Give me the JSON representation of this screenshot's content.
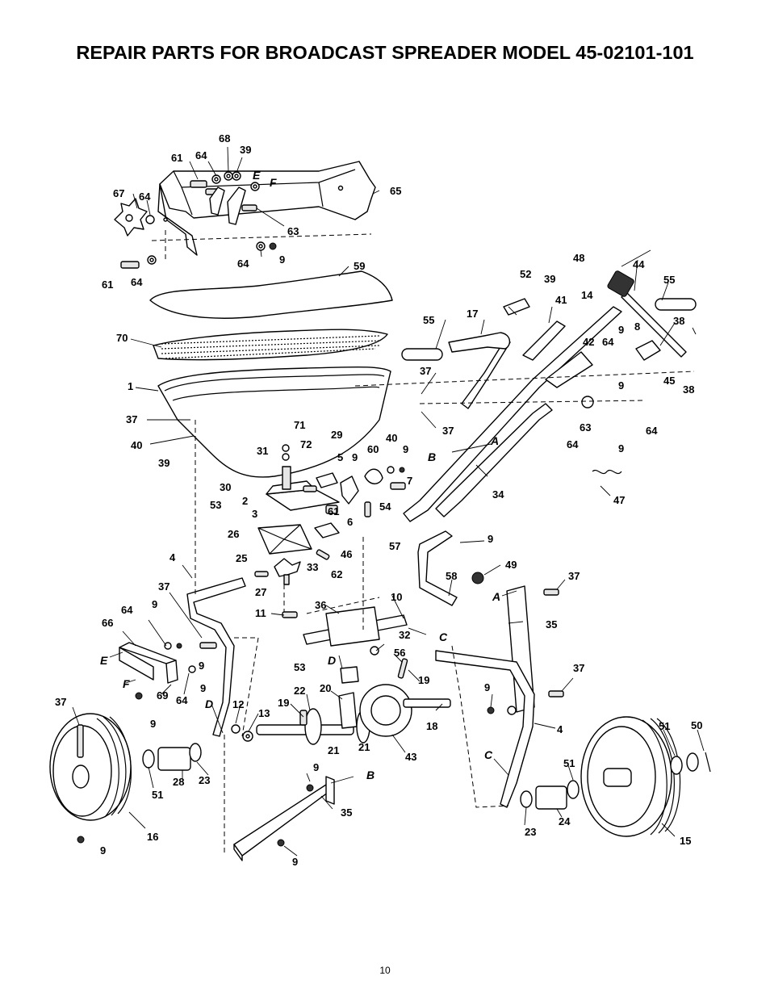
{
  "title": "REPAIR PARTS FOR BROADCAST SPREADER MODEL 45-02101-101",
  "page_number": "10",
  "callouts": {
    "c68": "68",
    "c61a": "61",
    "c64a": "64",
    "c39a": "39",
    "cE1": "E",
    "cF1": "F",
    "c65": "65",
    "c67": "67",
    "c64b": "64",
    "c63a": "63",
    "c64c": "64",
    "c9a": "9",
    "c61b": "61",
    "c64d": "64",
    "c59": "59",
    "c70": "70",
    "c1": "1",
    "c37a": "37",
    "c40a": "40",
    "c39b": "39",
    "c71": "71",
    "c72": "72",
    "c29": "29",
    "c31": "31",
    "c5": "5",
    "c9b": "9",
    "c60": "60",
    "c40b": "40",
    "c9c": "9",
    "c7": "7",
    "c30": "30",
    "c2": "2",
    "c53a": "53",
    "c3": "3",
    "c61c": "61",
    "c6": "6",
    "c54": "54",
    "c26": "26",
    "c46": "46",
    "c25": "25",
    "c33": "33",
    "c27": "27",
    "c62": "62",
    "c57": "57",
    "c48": "48",
    "c44": "44",
    "c52": "52",
    "c39c": "39",
    "c41": "41",
    "c14": "14",
    "c55a": "55",
    "c17": "17",
    "c55b": "55",
    "c9d": "9",
    "c8": "8",
    "c38a": "38",
    "c42": "42",
    "c64e": "64",
    "c9e": "9",
    "c45": "45",
    "c38b": "38",
    "c37b": "37",
    "c37c": "37",
    "cA1": "A",
    "cB1": "B",
    "c34": "34",
    "c64f": "64",
    "c63b": "63",
    "c9f": "9",
    "c64g": "64",
    "c47": "47",
    "c9g": "9",
    "c49": "49",
    "c58": "58",
    "cA2": "A",
    "c37d": "37",
    "c35a": "35",
    "c4a": "4",
    "c37e": "37",
    "c64h": "64",
    "c9h": "9",
    "c66": "66",
    "c36": "36",
    "c11": "11",
    "c10": "10",
    "cC1": "C",
    "c32": "32",
    "cD1": "D",
    "c56": "56",
    "c53b": "53",
    "c19a": "19",
    "cE2": "E",
    "c9i": "9",
    "cF2": "F",
    "c69": "69",
    "c64i": "64",
    "c9j": "9",
    "c37f": "37",
    "c9k": "9",
    "cD2": "D",
    "c12": "12",
    "c13": "13",
    "c19b": "19",
    "c22": "22",
    "c20": "20",
    "c18": "18",
    "c21a": "21",
    "c21b": "21",
    "c43": "43",
    "c28": "28",
    "c23a": "23",
    "c51a": "51",
    "c16": "16",
    "c9l": "9",
    "c37g": "37",
    "c9m": "9",
    "c4b": "4",
    "cC2": "C",
    "c51b": "51",
    "c50": "50",
    "c51c": "51",
    "c9n": "9",
    "cB2": "B",
    "c35b": "35",
    "c9o": "9",
    "c23b": "23",
    "c24": "24",
    "c15": "15"
  }
}
